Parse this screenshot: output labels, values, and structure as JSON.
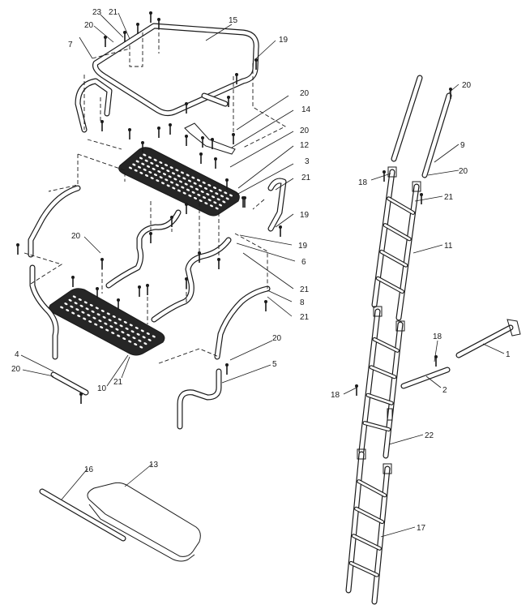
{
  "diagram": {
    "part_callouts": [
      {
        "id": "c1",
        "text": "1"
      },
      {
        "id": "c2",
        "text": "2"
      },
      {
        "id": "c3",
        "text": "3"
      },
      {
        "id": "c4",
        "text": "4"
      },
      {
        "id": "c5",
        "text": "5"
      },
      {
        "id": "c6",
        "text": "6"
      },
      {
        "id": "c7",
        "text": "7"
      },
      {
        "id": "c8",
        "text": "8"
      },
      {
        "id": "c9",
        "text": "9"
      },
      {
        "id": "c10",
        "text": "10"
      },
      {
        "id": "c11",
        "text": "11"
      },
      {
        "id": "c12",
        "text": "12"
      },
      {
        "id": "c13",
        "text": "13"
      },
      {
        "id": "c14",
        "text": "14"
      },
      {
        "id": "c15",
        "text": "15"
      },
      {
        "id": "c16",
        "text": "16"
      },
      {
        "id": "c17",
        "text": "17"
      },
      {
        "id": "c18a",
        "text": "18"
      },
      {
        "id": "c18b",
        "text": "18"
      },
      {
        "id": "c18c",
        "text": "18"
      },
      {
        "id": "c19a",
        "text": "19"
      },
      {
        "id": "c19b",
        "text": "19"
      },
      {
        "id": "c19c",
        "text": "19"
      },
      {
        "id": "c20a",
        "text": "20"
      },
      {
        "id": "c20b",
        "text": "20"
      },
      {
        "id": "c20c",
        "text": "20"
      },
      {
        "id": "c20d",
        "text": "20"
      },
      {
        "id": "c20e",
        "text": "20"
      },
      {
        "id": "c20f",
        "text": "20"
      },
      {
        "id": "c20g",
        "text": "20"
      },
      {
        "id": "c20h",
        "text": "20"
      },
      {
        "id": "c21a",
        "text": "21"
      },
      {
        "id": "c21b",
        "text": "21"
      },
      {
        "id": "c21c",
        "text": "21"
      },
      {
        "id": "c21d",
        "text": "21"
      },
      {
        "id": "c21e",
        "text": "21"
      },
      {
        "id": "c21f",
        "text": "21"
      },
      {
        "id": "c22",
        "text": "22"
      },
      {
        "id": "c23",
        "text": "23"
      }
    ]
  }
}
